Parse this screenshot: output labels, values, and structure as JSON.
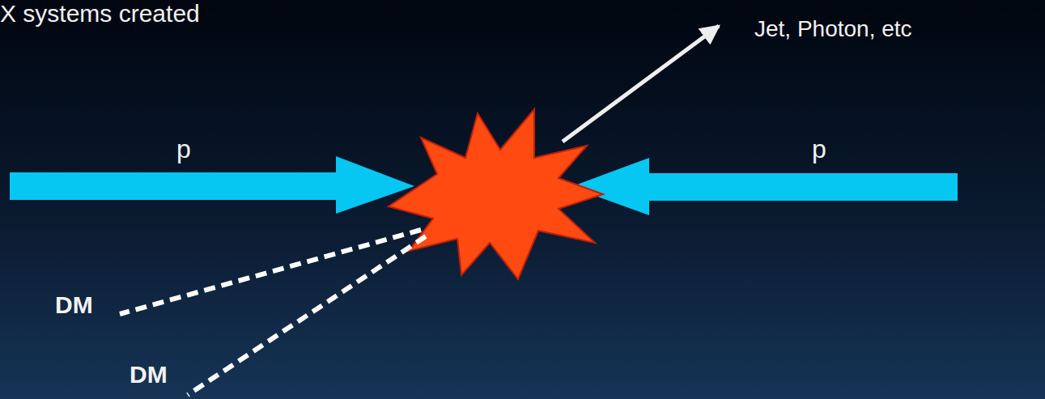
{
  "diagram": {
    "labels": [
      "X systems created",
      "p",
      "p",
      "Jet, Photon, etc",
      "DM",
      "DM"
    ]
  }
}
